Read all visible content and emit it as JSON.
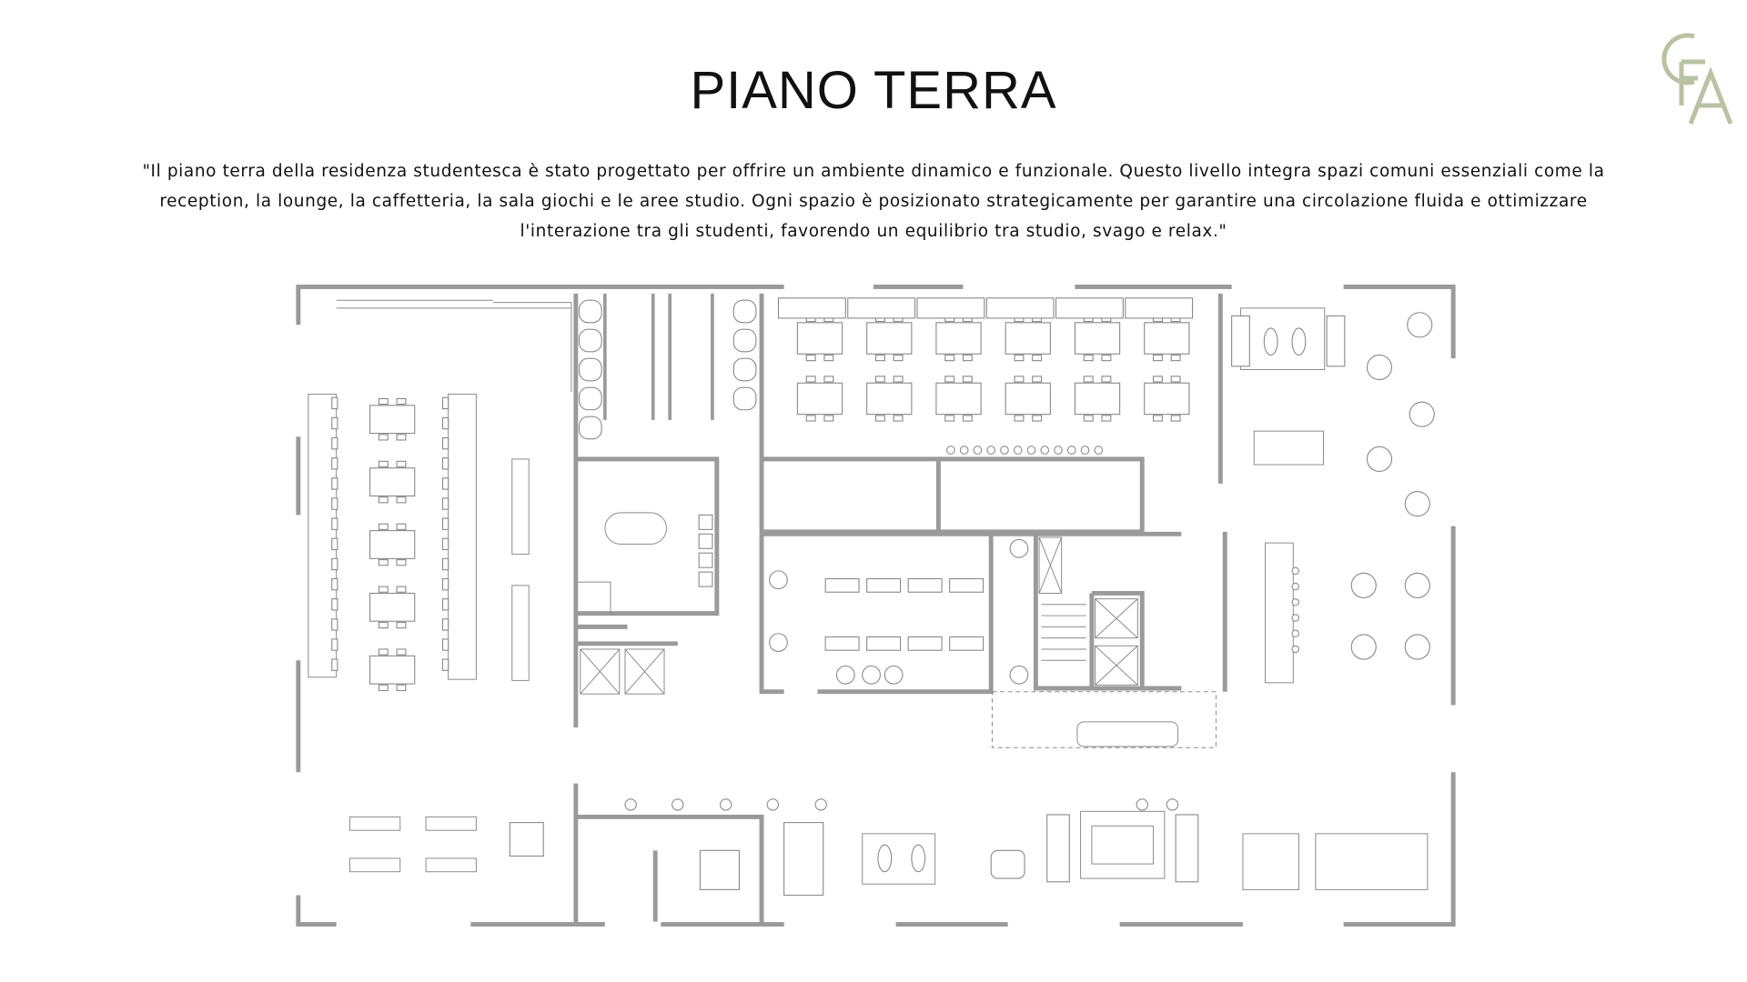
{
  "header": {
    "title": "PIANO TERRA",
    "description_lines": [
      "\"Il piano terra della residenza studentesca è stato progettato per offrire un ambiente dinamico e funzionale. Questo livello integra spazi comuni essenziali come la",
      "reception, la lounge, la caffetteria, la sala giochi e le aree studio. Ogni spazio è posizionato strategicamente per garantire una circolazione fluida e ottimizzare",
      "l'interazione tra gli studenti, favorendo un equilibrio tra studio, svago e relax.\""
    ]
  },
  "logo": {
    "text": "CFA",
    "color": "#b9c2a3"
  },
  "plan": {
    "wall_color": "#9a9a9a",
    "line_color": "#8a8a8a"
  }
}
